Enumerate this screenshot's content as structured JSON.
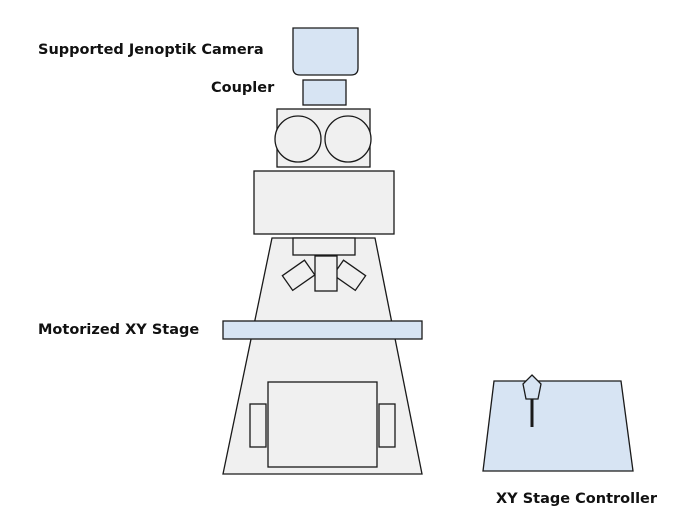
{
  "diagram": {
    "labels": {
      "camera": "Supported Jenoptik Camera",
      "coupler": "Coupler",
      "stage": "Motorized XY Stage",
      "controller": "XY Stage Controller"
    },
    "colors": {
      "component_fill": "#f0f0f0",
      "highlight_fill": "#d7e4f3",
      "outline": "#1a1a1a",
      "text": "#111111",
      "background": "#ffffff"
    }
  }
}
